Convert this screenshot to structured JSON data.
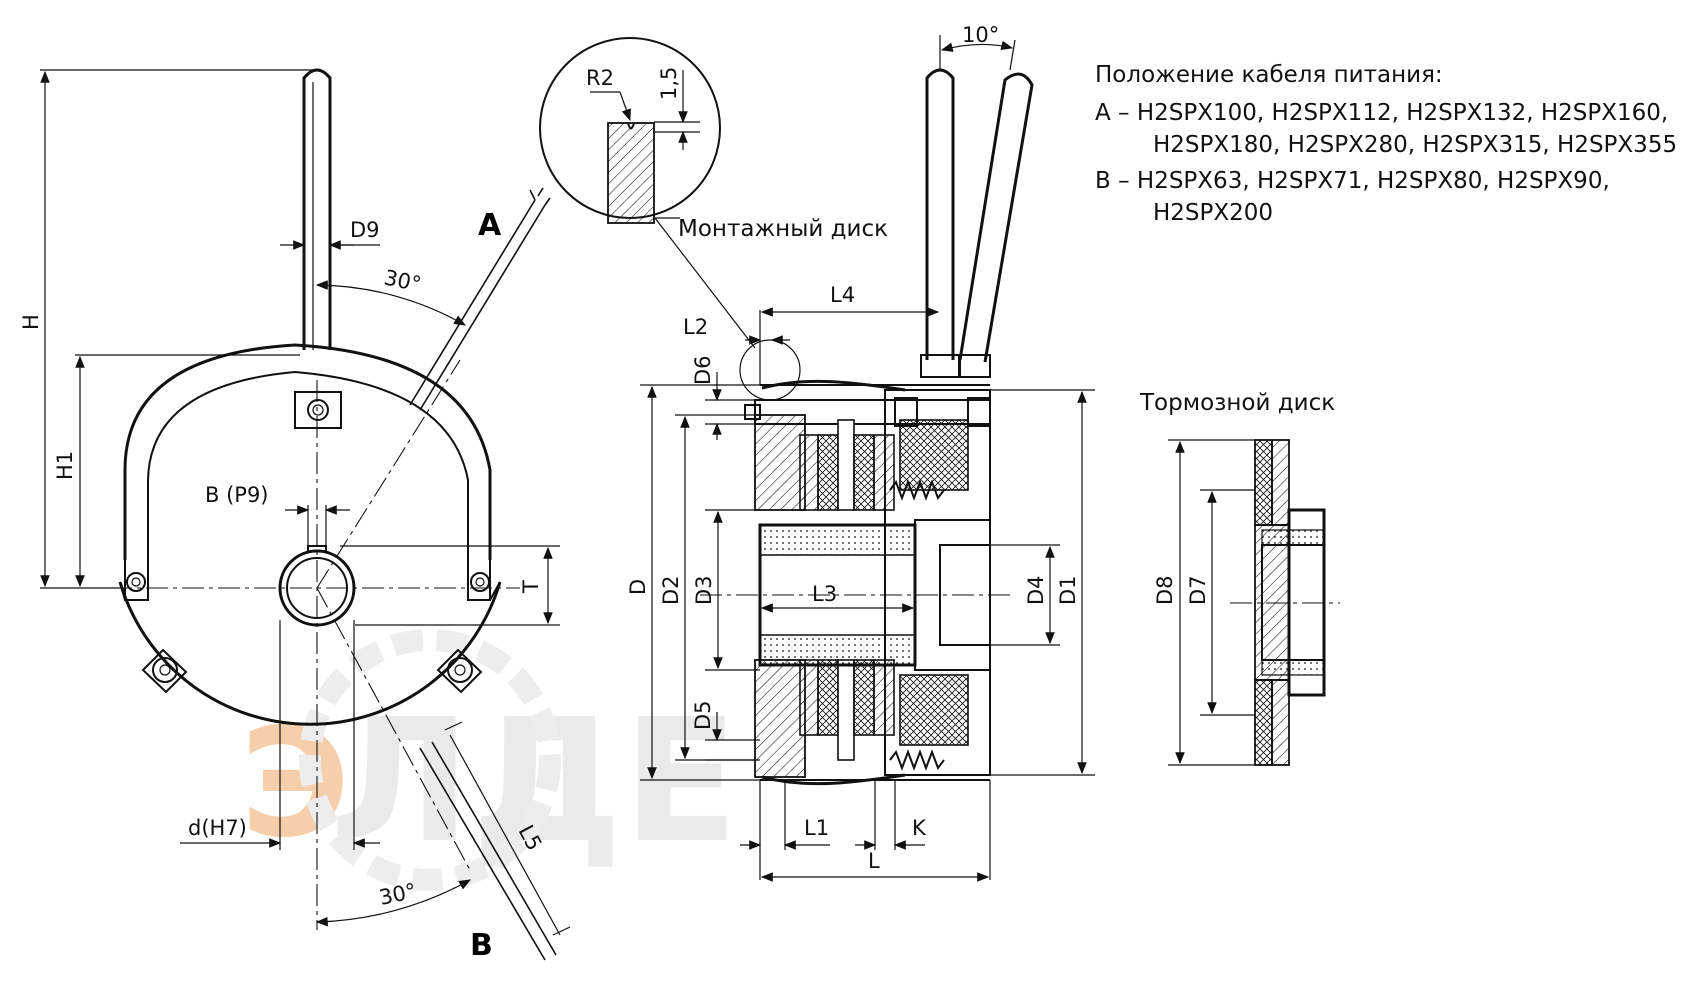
{
  "labels": {
    "cable_a": "A",
    "cable_b": "B",
    "H": "H",
    "H1": "H1",
    "D9": "D9",
    "angle_top": "30°",
    "angle_bottom": "30°",
    "B_P9": "B (P9)",
    "T": "T",
    "d_H7": "d(H7)",
    "L5": "L5",
    "R2": "R2",
    "r_1_5": "1,5",
    "mount_disc": "Монтажный диск",
    "angle_10": "10°",
    "L4": "L4",
    "L2": "L2",
    "D6": "D6",
    "D": "D",
    "D2": "D2",
    "D3": "D3",
    "L3": "L3",
    "D4": "D4",
    "D1": "D1",
    "D5": "D5",
    "L1": "L1",
    "K": "K",
    "L": "L",
    "brake_disc": "Тормозной диск",
    "D8": "D8",
    "D7": "D7"
  },
  "cable_note": {
    "title": "Положение кабеля питания:",
    "a_line1": "A – H2SPX100, H2SPX112, H2SPX132, H2SPX160,",
    "a_line2": "H2SPX180, H2SPX280, H2SPX315, H2SPX355",
    "b_line1": "B – H2SPX63, H2SPX71, H2SPX80, H2SPX90,",
    "b_line2": "H2SPX200"
  },
  "colors": {
    "line": "#111111",
    "watermark": "#e8e8e8",
    "watermark_accent": "#f6c9a0"
  }
}
